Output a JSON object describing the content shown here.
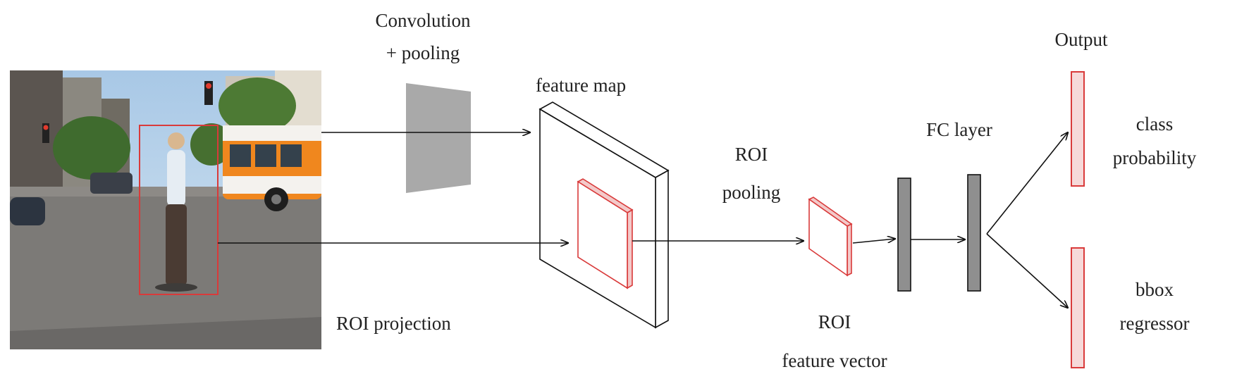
{
  "labels": {
    "convolution_line1": "Convolution",
    "convolution_line2": "+ pooling",
    "feature_map": "feature map",
    "roi_pooling_line1": "ROI",
    "roi_pooling_line2": "pooling",
    "roi_projection": "ROI projection",
    "roi_feature_vector_line1": "ROI",
    "roi_feature_vector_line2": "feature vector",
    "fc_layer": "FC layer",
    "output": "Output",
    "class_probability_line1": "class",
    "class_probability_line2": "probability",
    "bbox_regressor_line1": "bbox",
    "bbox_regressor_line2": "regressor"
  },
  "colors": {
    "roi_red": "#d93a3a",
    "output_fill": "#f6d9d9",
    "conv_gray": "#a9a9a9",
    "fc_gray": "#8f8f8f",
    "arrow": "#111111"
  }
}
